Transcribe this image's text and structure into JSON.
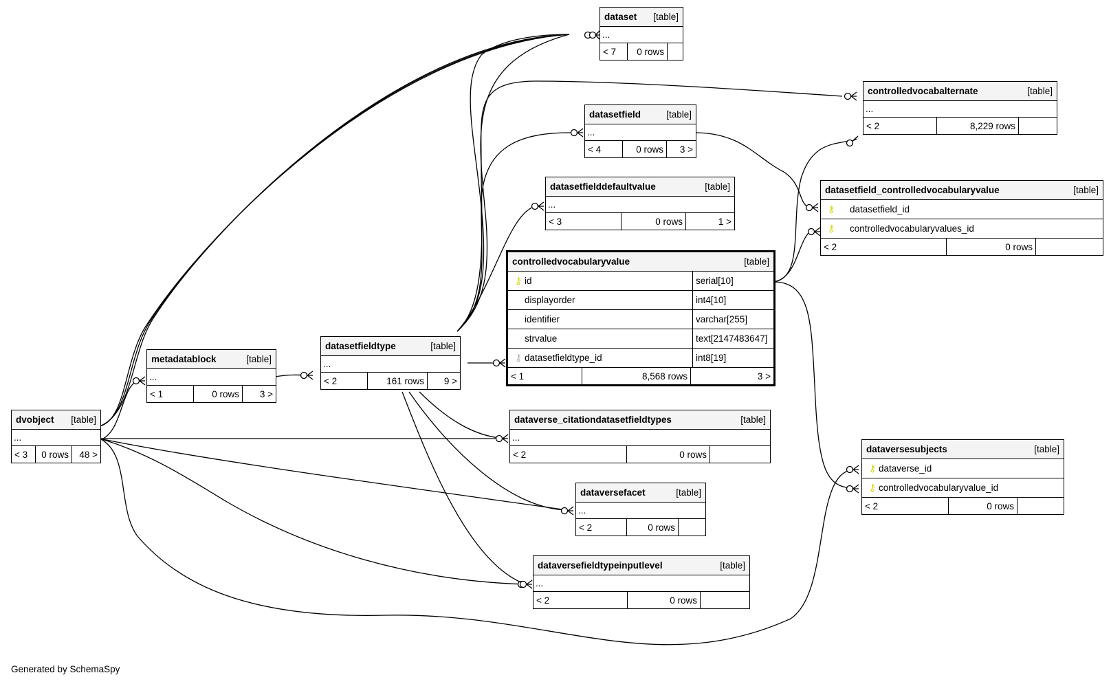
{
  "footer": "Generated by SchemaSpy",
  "table_tag": "[table]",
  "ellipsis": "...",
  "colors": {
    "primary_key": "#d6d400",
    "foreign_key": "#b0b0b0",
    "header_bg": "#f4f4f4",
    "line": "#000000"
  },
  "tables": {
    "dataset": {
      "name": "dataset",
      "parents": "< 7",
      "rows": "0 rows",
      "children": ""
    },
    "controlledvocabalternate": {
      "name": "controlledvocabalternate",
      "parents": "< 2",
      "rows": "8,229 rows",
      "children": ""
    },
    "datasetfield": {
      "name": "datasetfield",
      "parents": "< 4",
      "rows": "0 rows",
      "children": "3 >"
    },
    "datasetfielddefaultvalue": {
      "name": "datasetfielddefaultvalue",
      "parents": "< 3",
      "rows": "0 rows",
      "children": "1 >"
    },
    "datasetfield_controlledvocabularyvalue": {
      "name": "datasetfield_controlledvocabularyvalue",
      "parents": "< 2",
      "rows": "0 rows",
      "children": "",
      "columns": [
        {
          "name": "datasetfield_id",
          "key": "pk"
        },
        {
          "name": "controlledvocabularyvalues_id",
          "key": "pk"
        }
      ]
    },
    "controlledvocabularyvalue": {
      "name": "controlledvocabularyvalue",
      "parents": "< 1",
      "rows": "8,568 rows",
      "children": "3 >",
      "columns": [
        {
          "name": "id",
          "type": "serial[10]",
          "key": "pk"
        },
        {
          "name": "displayorder",
          "type": "int4[10]",
          "key": ""
        },
        {
          "name": "identifier",
          "type": "varchar[255]",
          "key": ""
        },
        {
          "name": "strvalue",
          "type": "text[2147483647]",
          "key": ""
        },
        {
          "name": "datasetfieldtype_id",
          "type": "int8[19]",
          "key": "fk"
        }
      ]
    },
    "metadatablock": {
      "name": "metadatablock",
      "parents": "< 1",
      "rows": "0 rows",
      "children": "3 >"
    },
    "datasetfieldtype": {
      "name": "datasetfieldtype",
      "parents": "< 2",
      "rows": "161 rows",
      "children": "9 >"
    },
    "dvobject": {
      "name": "dvobject",
      "parents": "< 3",
      "rows": "0 rows",
      "children": "48 >"
    },
    "dataverse_citationdatasetfieldtypes": {
      "name": "dataverse_citationdatasetfieldtypes",
      "parents": "< 2",
      "rows": "0 rows",
      "children": ""
    },
    "dataversefacet": {
      "name": "dataversefacet",
      "parents": "< 2",
      "rows": "0 rows",
      "children": ""
    },
    "dataversefieldtypeinputlevel": {
      "name": "dataversefieldtypeinputlevel",
      "parents": "< 2",
      "rows": "0 rows",
      "children": ""
    },
    "dataversesubjects": {
      "name": "dataversesubjects",
      "parents": "< 2",
      "rows": "0 rows",
      "children": "",
      "columns": [
        {
          "name": "dataverse_id",
          "key": "pk"
        },
        {
          "name": "controlledvocabularyvalue_id",
          "key": "pk"
        }
      ]
    }
  }
}
